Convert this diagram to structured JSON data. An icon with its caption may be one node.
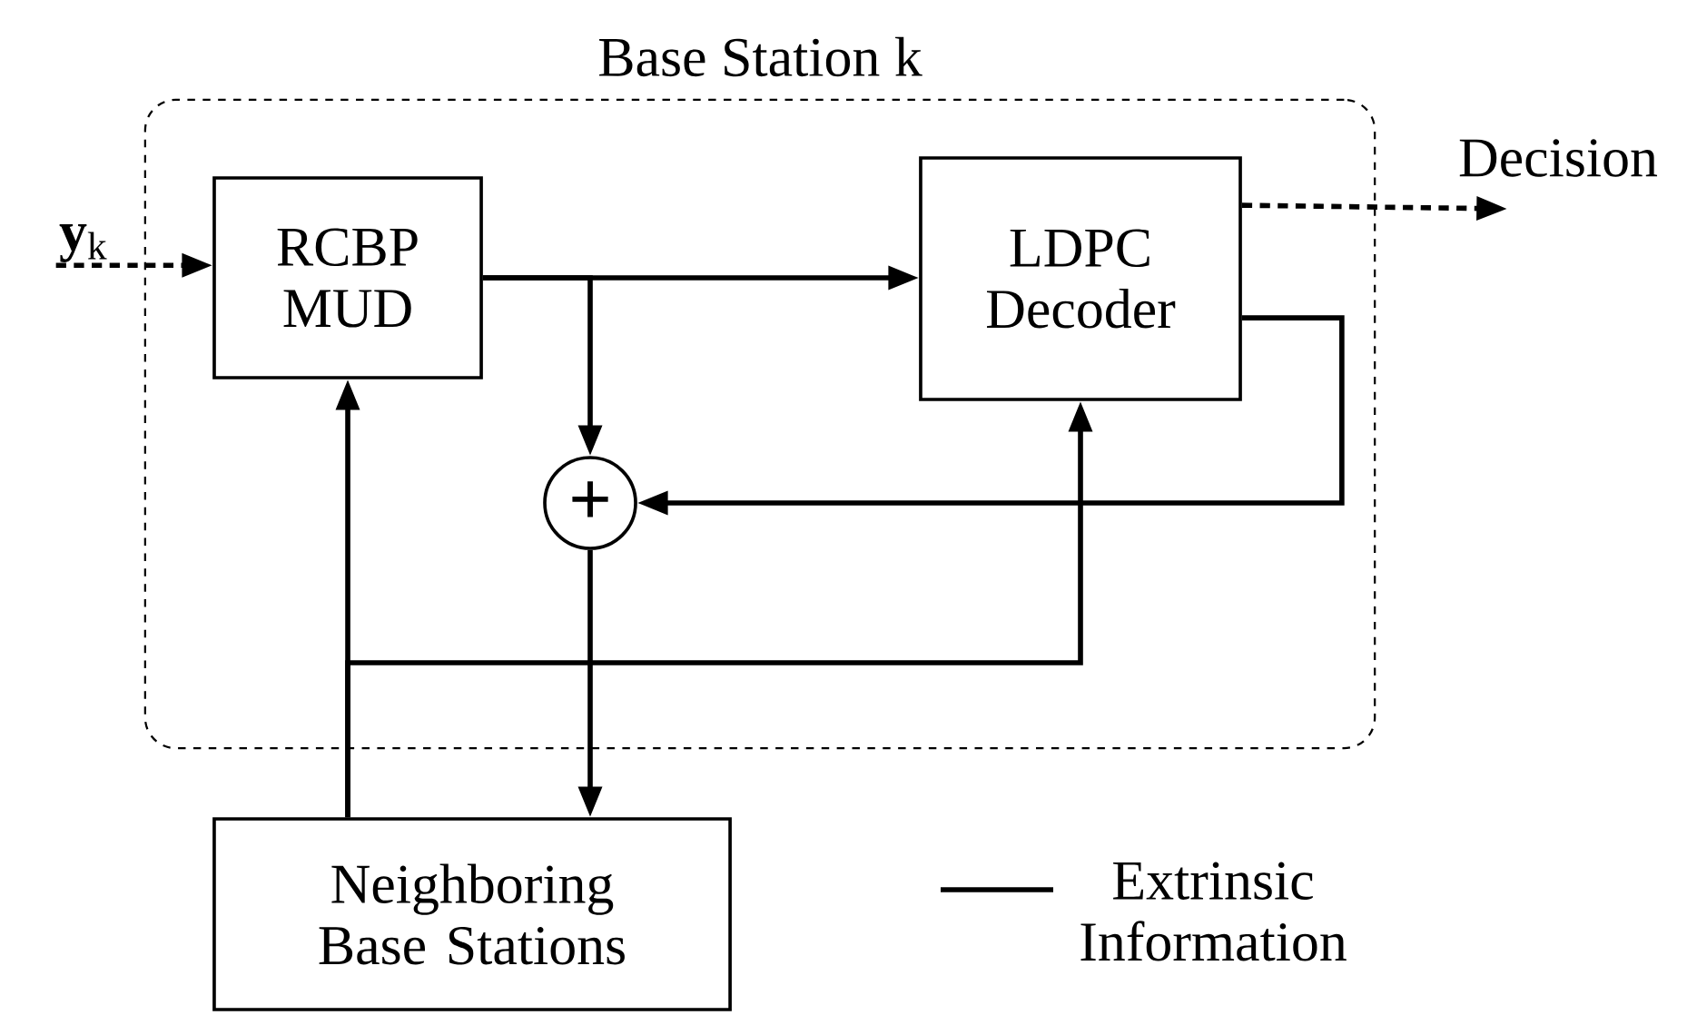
{
  "diagram": {
    "nodes": [
      {
        "text": [
          "Base Station k"
        ]
      },
      {
        "text": [
          "RCBP MUD"
        ],
        "in": 0
      },
      {
        "text": [
          "LDPC Decoder"
        ],
        "in": 0
      },
      {
        "text": [
          "+"
        ],
        "in": 0
      },
      {
        "text": [
          "Neighboring Base Stations"
        ]
      },
      {
        "text": [
          "**y**$_{k}$"
        ]
      },
      {
        "text": [
          "Decision"
        ]
      }
    ],
    "edges": [
      {
        "from": 5,
        "to": 1,
        "arrow": "to",
        "style": "dashed"
      },
      {
        "from": 1,
        "to": 2,
        "arrow": "to"
      },
      {
        "from": 1,
        "to": 3,
        "arrow": "to"
      },
      {
        "from": 2,
        "to": 3,
        "arrow": "to"
      },
      {
        "from": 2,
        "to": 6,
        "arrow": "to",
        "style": "dashed"
      },
      {
        "from": 3,
        "to": 4,
        "arrow": "to"
      },
      {
        "from": 4,
        "to": 1,
        "arrow": "to"
      },
      {
        "from": 4,
        "to": 2,
        "arrow": "to"
      }
    ],
    "legend": [
      {
        "text": "Extrinsic Information"
      }
    ]
  }
}
